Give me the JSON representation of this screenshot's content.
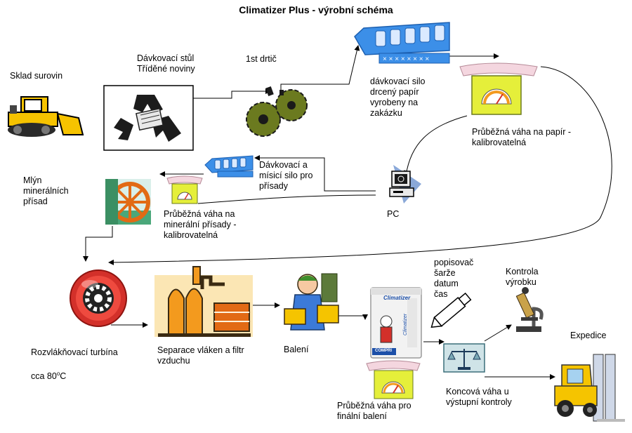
{
  "title": "Climatizer Plus - výrobní schéma",
  "labels": {
    "sklad": "Sklad surovin",
    "stul": "Dávkovací stůl\nTříděné noviny",
    "drtic": "1st  drtič",
    "silo": "dávkovací silo\ndrcený papír\nvyrobeny na\nzakázku",
    "vaha_papir": "Průběžná váha na papír -\nkalibrovatelná",
    "silo_prisady": "Dávkovací a\nmísicí silo pro\npřísady",
    "mlyn": "Mlýn\nminerálních\npřísad",
    "vaha_mineral": "Průběžná váha na\nminerální přísady -\nkalibrovatelná",
    "pc": "PC",
    "turbina_line1": "Rozvlákňovací turbína",
    "turbina_line2_prefix": "cca 80",
    "turbina_sup": "o",
    "turbina_line2_suffix": "C",
    "separace": "Separace vláken a filtr\nvzduchu",
    "baleni": "Balení",
    "popisovac": "popisovač\nšarže\ndatum\nčas",
    "kontrola": "Kontrola\nvýrobku",
    "expedice": "Expedice",
    "vaha_final": "Průběžná váha pro\nfinální balení",
    "koncova_vaha": "Koncová váha u\nvýstupní kontroly"
  },
  "bag": {
    "brand": "Climatizer",
    "side": "Climatizer",
    "bottom": "COMPRI"
  },
  "colors": {
    "silo_blue": "#3c8fe8",
    "gear_green": "#6b7a1f",
    "turbine_red": "#d3302a",
    "separator_orange": "#f39a1e",
    "forklift_yellow": "#f5c400"
  },
  "icons": [
    "bulldozer-icon",
    "recycle-icon",
    "shredder-gears-icon",
    "silo-icon",
    "scale-icon",
    "computer-icon",
    "mill-wheel-icon",
    "turbine-icon",
    "separator-machine-icon",
    "packer-worker-icon",
    "insulation-bag-icon",
    "marker-pen-icon",
    "balance-scale-icon",
    "microscope-icon",
    "forklift-icon"
  ]
}
